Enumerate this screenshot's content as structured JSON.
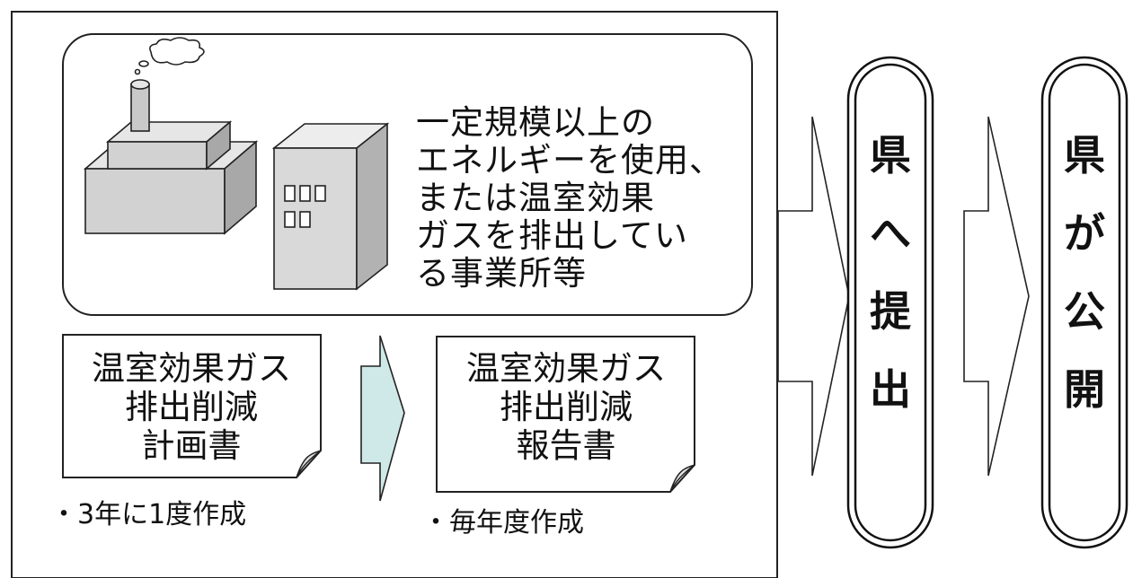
{
  "description_box": {
    "lines": [
      "一定規模以上の",
      "エネルギーを使用、",
      "または温室効果",
      "ガスを排出してい",
      "る事業所等"
    ]
  },
  "plan_document": {
    "lines": [
      "温室効果ガス",
      "排出削減",
      "計画書"
    ],
    "note": "・3年に1度作成"
  },
  "report_document": {
    "lines": [
      "温室効果ガス",
      "排出削減",
      "報告書"
    ],
    "note": "・毎年度作成"
  },
  "submit_step": {
    "chars": [
      "県",
      "へ",
      "提",
      "出"
    ]
  },
  "publish_step": {
    "chars": [
      "県",
      "が",
      "公",
      "開"
    ]
  },
  "colors": {
    "arrow_fill": "#cfe9e8",
    "stroke": "#222222"
  }
}
